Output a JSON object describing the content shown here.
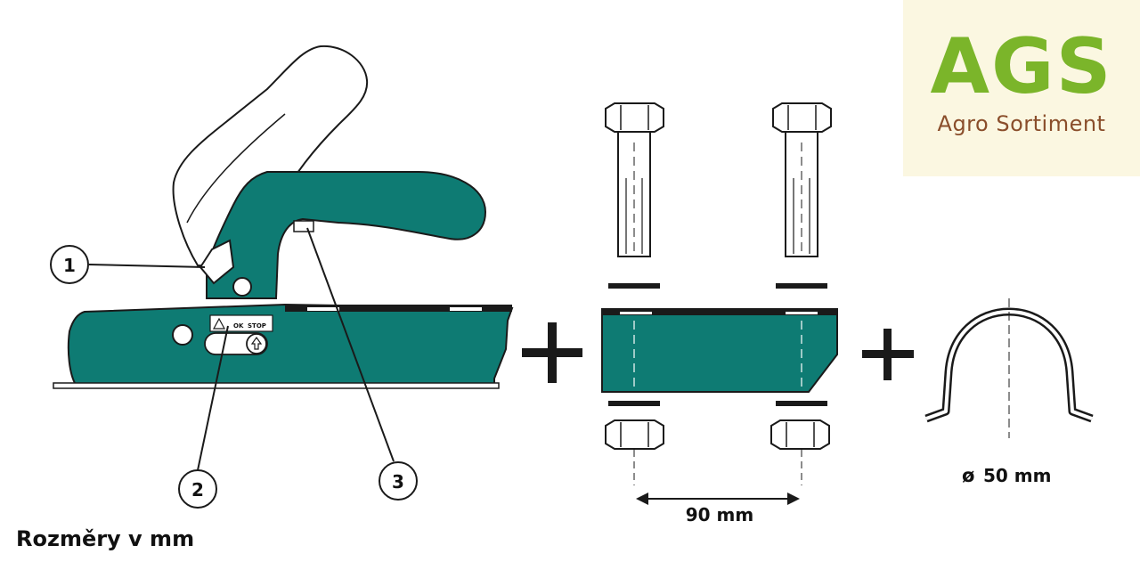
{
  "logo": {
    "brand": "AGS",
    "tagline": "Agro Sortiment"
  },
  "callouts": [
    "1",
    "2",
    "3"
  ],
  "warning_plate": {
    "ok": "OK",
    "stop": "STOP"
  },
  "dimensions": {
    "bolt_spacing": "90 mm",
    "pipe_diameter": "50 mm",
    "diameter_symbol": "ø"
  },
  "caption": "Rozměry v mm",
  "colors": {
    "part": "#0e7b73",
    "outline": "#1a1a1a",
    "logo_green": "#7bb52a",
    "logo_brown": "#8a4e2b",
    "logo_bg": "#fbf7e1"
  }
}
